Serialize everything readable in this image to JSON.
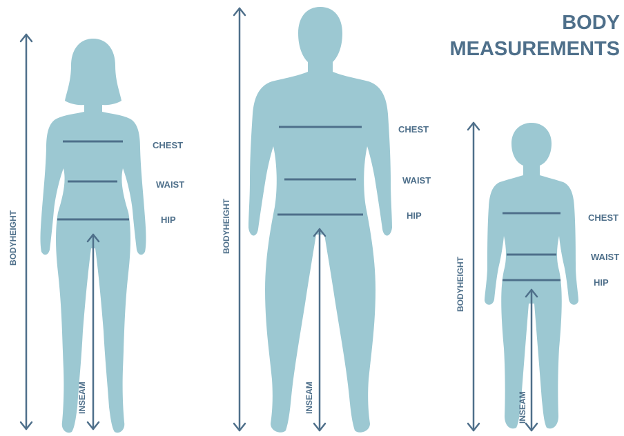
{
  "title": {
    "line1": "BODY",
    "line2": "MEASUREMENTS"
  },
  "colors": {
    "silhouette": "#9cc8d2",
    "accent": "#4e6f8a",
    "background": "#ffffff"
  },
  "figures": {
    "woman": {
      "chest": "CHEST",
      "waist": "WAIST",
      "hip": "HIP",
      "bodyheight": "BODYHEIGHT",
      "inseam": "INSEAM"
    },
    "man": {
      "chest": "CHEST",
      "waist": "WAIST",
      "hip": "HIP",
      "bodyheight": "BODYHEIGHT",
      "inseam": "INSEAM"
    },
    "child": {
      "chest": "CHEST",
      "waist": "WAIST",
      "hip": "HIP",
      "bodyheight": "BODYHEIGHT",
      "inseam": "INSEAM"
    }
  }
}
